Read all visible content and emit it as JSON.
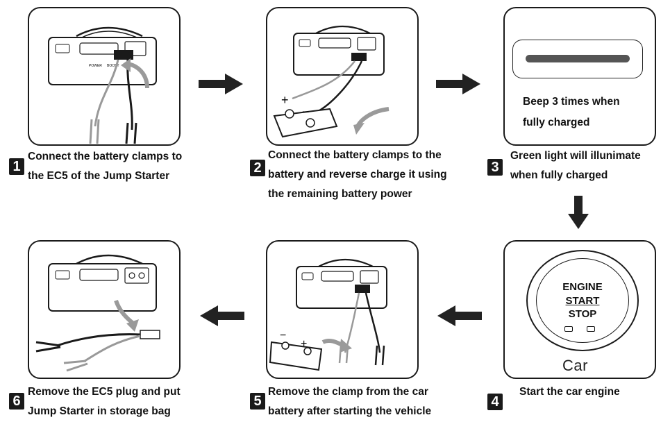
{
  "steps": [
    {
      "number": "1",
      "lines": [
        "Connect the battery clamps to",
        "the EC5 of the Jump Starter"
      ]
    },
    {
      "number": "2",
      "lines": [
        "Connect the battery clamps to the",
        "battery and reverse charge it using",
        "the remaining battery power"
      ]
    },
    {
      "number": "3",
      "lines": [
        "Green light will illunimate",
        "when fully charged"
      ]
    },
    {
      "number": "4",
      "lines": [
        "Start the car engine"
      ]
    },
    {
      "number": "5",
      "lines": [
        "Remove the clamp from the car",
        "battery after starting the vehicle"
      ]
    },
    {
      "number": "6",
      "lines": [
        "Remove the EC5 plug and put",
        "Jump Starter in storage bag"
      ]
    }
  ],
  "panel3": {
    "beep_lines": [
      "Beep 3 times when",
      "fully charged"
    ]
  },
  "panel4": {
    "button_lines": [
      "ENGINE",
      "START",
      "STOP"
    ],
    "car_label": "Car"
  },
  "device": {
    "power_label": "POWER",
    "boost_label": "BOOST"
  },
  "battery_signs": {
    "plus": "+",
    "minus": "−"
  },
  "colors": {
    "outline": "#1a1a1a",
    "red_clamp": "#999999",
    "arrow": "#222222",
    "curved_arrow": "#9a9a9a"
  }
}
